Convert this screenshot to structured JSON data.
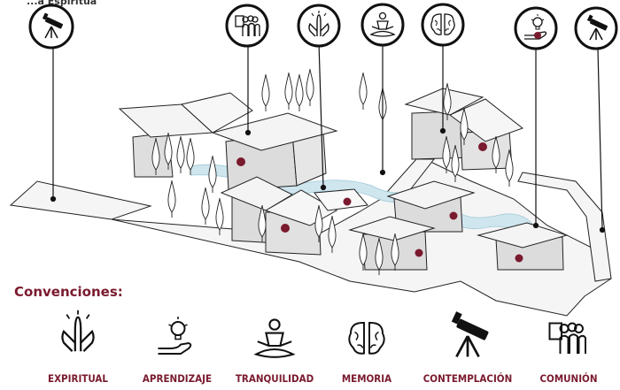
{
  "header_fragment": "...a Espiritua",
  "legend": {
    "title": "Convenciones:",
    "items": [
      {
        "key": "espiritual",
        "label": "EXPIRITUAL",
        "icon": "praying-hands-icon"
      },
      {
        "key": "aprendizaje",
        "label": "APRENDIZAJE",
        "icon": "lightbulb-hand-icon"
      },
      {
        "key": "tranquilidad",
        "label": "TRANQUILIDAD",
        "icon": "meditation-icon"
      },
      {
        "key": "memoria",
        "label": "MEMORIA",
        "icon": "brain-icon"
      },
      {
        "key": "contemplacion",
        "label": "CONTEMPLACIÓN",
        "icon": "telescope-icon"
      },
      {
        "key": "comunion",
        "label": "COMUNIÓN",
        "icon": "group-people-icon"
      }
    ]
  },
  "map_markers": [
    {
      "icon": "telescope-icon"
    },
    {
      "icon": "group-people-icon"
    },
    {
      "icon": "praying-hands-icon"
    },
    {
      "icon": "meditation-icon"
    },
    {
      "icon": "brain-icon"
    },
    {
      "icon": "lightbulb-hand-icon"
    },
    {
      "icon": "telescope-icon"
    }
  ],
  "colors": {
    "accent": "#7a1a2e",
    "line": "#1a1a1a",
    "roof": "#f4f4f4",
    "wall": "#dcdcdc",
    "water": "#cfe6ef",
    "path": "#f6f6f6"
  }
}
